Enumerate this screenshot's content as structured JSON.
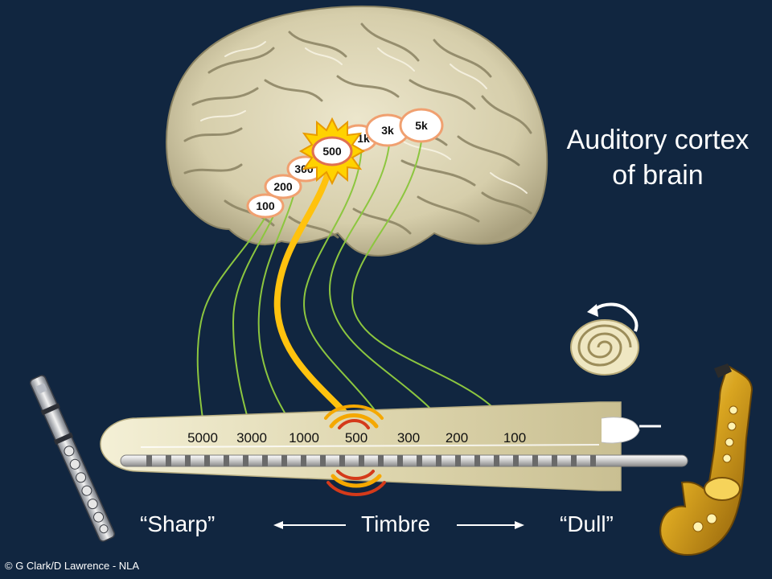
{
  "title_lines": [
    "Auditory cortex",
    "of brain"
  ],
  "cortex_nodes": [
    "100",
    "200",
    "300",
    "500",
    "1k",
    "3k",
    "5k"
  ],
  "cochlea_freqs": [
    "5000",
    "3000",
    "1000",
    "500",
    "300",
    "200",
    "100"
  ],
  "labels": {
    "sharp": "“Sharp”",
    "timbre": "Timbre",
    "dull": "“Dull”"
  },
  "credit": "© G Clark/D Lawrence - NLA",
  "colors": {
    "background": "#112640",
    "nerve_fiber": "#8cc63f",
    "active_pathway": "#ffc20e",
    "node_ring": "#f0a070",
    "burst": "#ffd200"
  },
  "icons": [
    "brain-illustration",
    "flute-icon",
    "saxophone-icon",
    "cochlea-spiral-icon",
    "arrow-left-icon",
    "arrow-right-icon"
  ]
}
